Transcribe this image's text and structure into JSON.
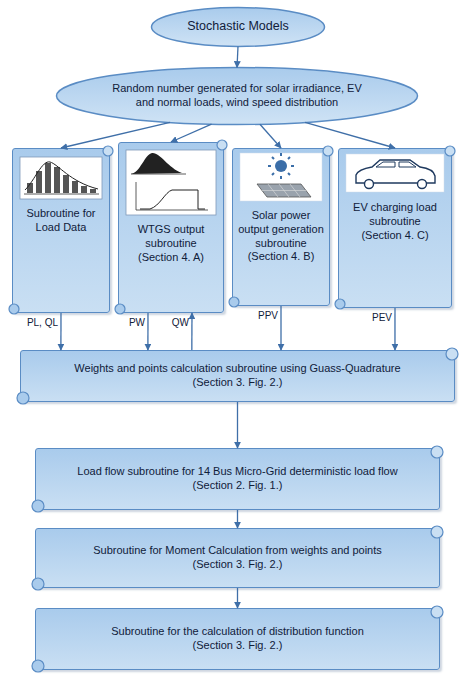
{
  "diagram": {
    "nodes": [
      {
        "text": [
          "Stochastic Models"
        ]
      },
      {
        "text": [
          "Random number generated for solar irradiance, EV and normal loads, wind speed distribution"
        ]
      },
      {
        "text": [
          "Subroutine for Load Data"
        ]
      },
      {
        "text": [
          "WTGS output subroutine",
          "(Section 4. A)"
        ]
      },
      {
        "text": [
          "Solar power output generation subroutine",
          "(Section 4. B)"
        ]
      },
      {
        "text": [
          "EV charging load subroutine",
          "(Section 4. C)"
        ]
      },
      {
        "text": [
          "Weights and points calculation subroutine using Guass-Quadrature",
          "(Section 3. Fig. 2.)"
        ]
      },
      {
        "text": [
          "Load flow subroutine for 14 Bus Micro-Grid deterministic load flow",
          "(Section 2. Fig. 1.)"
        ]
      },
      {
        "text": [
          "Subroutine for Moment Calculation from weights and points",
          "(Section 3. Fig. 2.)"
        ]
      },
      {
        "text": [
          "Subroutine for the calculation of distribution function",
          "(Section 3. Fig. 2.)"
        ]
      }
    ],
    "edges": [
      {
        "from": 0,
        "to": 1,
        "arrow": "to"
      },
      {
        "from": 1,
        "to": 2,
        "arrow": "to"
      },
      {
        "from": 1,
        "to": 3,
        "arrow": "to"
      },
      {
        "from": 1,
        "to": 4,
        "arrow": "to"
      },
      {
        "from": 1,
        "to": 5,
        "arrow": "to"
      },
      {
        "from": 2,
        "to": 6,
        "label": "PL, QL",
        "arrow": "to"
      },
      {
        "from": 3,
        "to": 6,
        "label": "PW",
        "arrow": "to"
      },
      {
        "from": 6,
        "to": 3,
        "label": "QW",
        "arrow": "to"
      },
      {
        "from": 4,
        "to": 6,
        "label": "PPV",
        "arrow": "to"
      },
      {
        "from": 5,
        "to": 6,
        "label": "PEV",
        "arrow": "to"
      },
      {
        "from": 6,
        "to": 7,
        "arrow": "to"
      },
      {
        "from": 7,
        "to": 8,
        "arrow": "to"
      },
      {
        "from": 8,
        "to": 9,
        "arrow": "to"
      }
    ]
  }
}
